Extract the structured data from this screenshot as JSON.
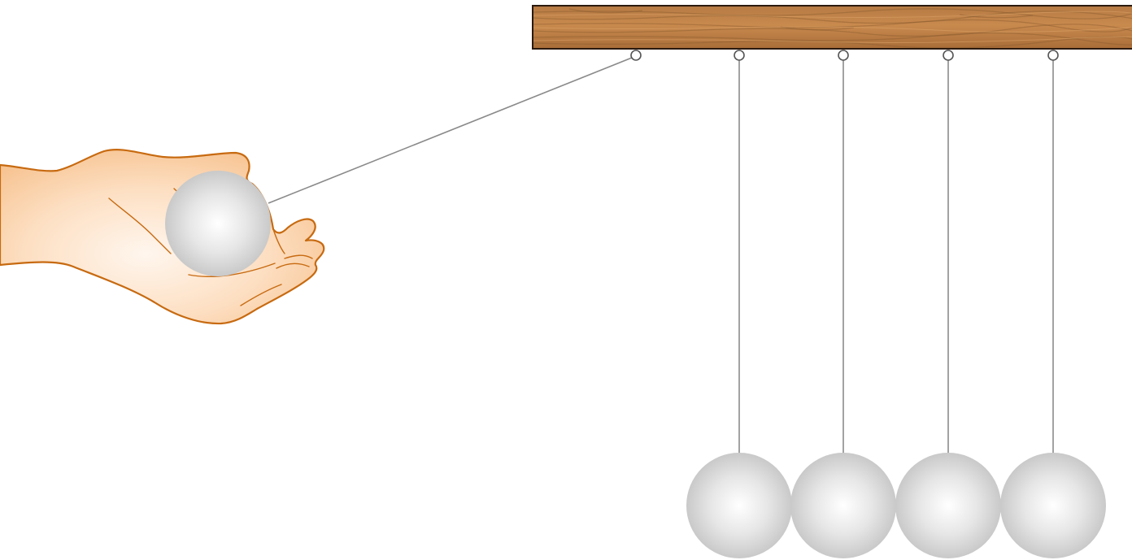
{
  "scene": {
    "subject": "newtons-cradle",
    "ball_count": 5,
    "raised_ball": 1,
    "hanging_balls": 4
  },
  "colors": {
    "background": "#ffffff",
    "wood_light": "#c98a4e",
    "wood_mid": "#b57a43",
    "wood_dark": "#8a5a2e",
    "wood_outline": "#2b1a0e",
    "string": "#8a8a8a",
    "ring": "#555555",
    "ball_highlight": "#ffffff",
    "ball_mid": "#e6e6e6",
    "ball_shade": "#c9c9c9",
    "skin_light": "#fff6ee",
    "skin_mid": "#fde0c4",
    "skin_dark": "#f7c493",
    "hand_outline": "#c76a10"
  }
}
